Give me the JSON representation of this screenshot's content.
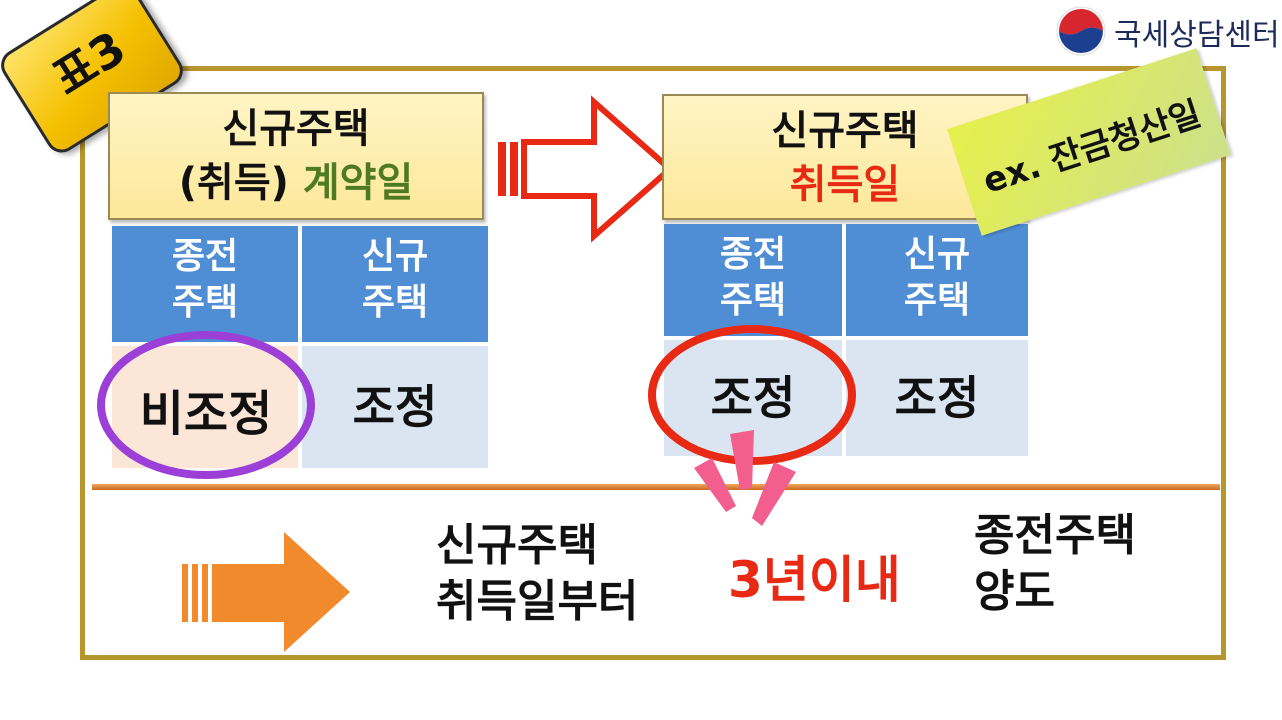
{
  "badge": {
    "label": "표3"
  },
  "logo": {
    "text": "국세상담센터"
  },
  "left_panel": {
    "header_line1": "신규주택",
    "header_line2_prefix": "(취득) ",
    "header_line2_highlight": "계약일",
    "col1_header_line1": "종전",
    "col1_header_line2": "주택",
    "col2_header_line1": "신규",
    "col2_header_line2": "주택",
    "col1_value": "비조정",
    "col2_value": "조정"
  },
  "right_panel": {
    "header_line1": "신규주택",
    "header_line2_highlight": "취득일",
    "col1_header_line1": "종전",
    "col1_header_line2": "주택",
    "col2_header_line1": "신규",
    "col2_header_line2": "주택",
    "col1_value": "조정",
    "col2_value": "조정"
  },
  "example_tag": {
    "text": "ex. 잔금청산일"
  },
  "bottom": {
    "from_line1": "신규주택",
    "from_line2": "취득일부터",
    "within": "3년이내",
    "to_line1": "종전주택",
    "to_line2": "양도"
  },
  "colors": {
    "frame": "#b8962e",
    "header_yellow": "#fde89a",
    "cell_blue": "#4f8ed4",
    "cell_light": "#dbe5f2",
    "highlight_green": "#4f7a24",
    "highlight_red": "#e82a14",
    "circle_purple": "#9b3fd6",
    "arrow_orange": "#f08a2c"
  }
}
